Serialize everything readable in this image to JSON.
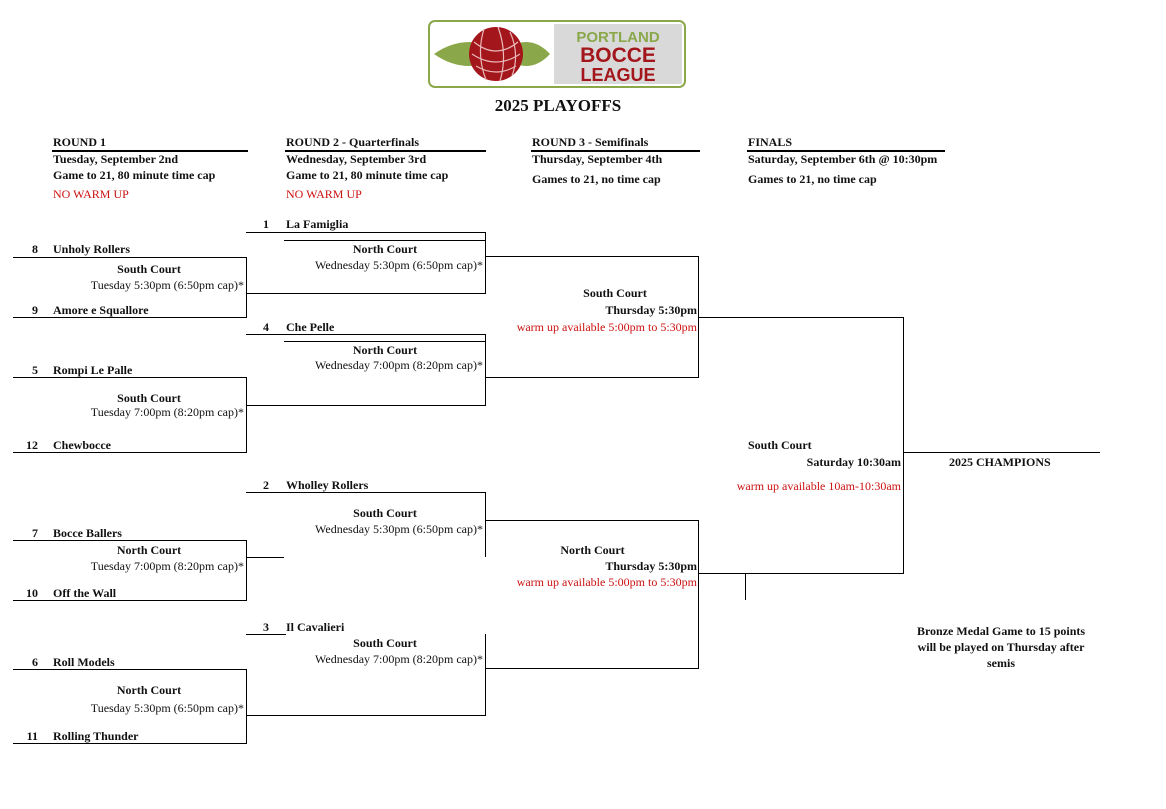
{
  "logo": {
    "line1": "PORTLAND",
    "line2": "BOCCE",
    "line3": "LEAGUE"
  },
  "title": "2025 PLAYOFFS",
  "rounds": [
    {
      "label": "ROUND 1",
      "date": "Tuesday, September 2nd",
      "format": "Game to 21, 80 minute time cap",
      "note": "NO WARM UP"
    },
    {
      "label": "ROUND 2 - Quarterfinals",
      "date": "Wednesday, September 3rd",
      "format": "Game to 21, 80 minute time cap",
      "note": "NO WARM UP"
    },
    {
      "label": "ROUND 3 - Semifinals",
      "date": "Thursday, September 4th",
      "format": "Games to 21, no time cap"
    },
    {
      "label": "FINALS",
      "date": "Saturday, September 6th @ 10:30pm",
      "format": "Games to 21, no time cap"
    }
  ],
  "round1": [
    {
      "seed": "8",
      "team": "Unholy Rollers"
    },
    {
      "seed": "9",
      "team": "Amore e Squallore"
    },
    {
      "seed": "5",
      "team": "Rompi Le Palle"
    },
    {
      "seed": "12",
      "team": "Chewbocce"
    },
    {
      "seed": "7",
      "team": "Bocce Ballers"
    },
    {
      "seed": "10",
      "team": "Off the Wall"
    },
    {
      "seed": "6",
      "team": "Roll Models"
    },
    {
      "seed": "11",
      "team": "Rolling Thunder"
    }
  ],
  "round1_games": [
    {
      "court": "South Court",
      "time": "Tuesday 5:30pm (6:50pm cap)*"
    },
    {
      "court": "South Court",
      "time": "Tuesday 7:00pm (8:20pm cap)*"
    },
    {
      "court": "North Court",
      "time": "Tuesday 7:00pm (8:20pm cap)*"
    },
    {
      "court": "North Court",
      "time": "Tuesday 5:30pm (6:50pm cap)*"
    }
  ],
  "round2": [
    {
      "seed": "1",
      "team": "La Famiglia"
    },
    {
      "seed": "4",
      "team": "Che Pelle"
    },
    {
      "seed": "2",
      "team": "Wholley Rollers"
    },
    {
      "seed": "3",
      "team": "Il Cavalieri"
    }
  ],
  "round2_games": [
    {
      "court": "North Court",
      "time": "Wednesday 5:30pm (6:50pm cap)*"
    },
    {
      "court": "North Court",
      "time": "Wednesday 7:00pm (8:20pm cap)*"
    },
    {
      "court": "South Court",
      "time": "Wednesday 5:30pm (6:50pm cap)*"
    },
    {
      "court": "South Court",
      "time": "Wednesday 7:00pm (8:20pm cap)*"
    }
  ],
  "semis": [
    {
      "court": "South Court",
      "time": "Thursday 5:30pm",
      "warmup": "warm up available 5:00pm to 5:30pm"
    },
    {
      "court": "North Court",
      "time": "Thursday 5:30pm",
      "warmup": "warm up available 5:00pm to 5:30pm"
    }
  ],
  "final": {
    "court": "South Court",
    "time": "Saturday 10:30am",
    "warmup": "warm up available 10am-10:30am",
    "champions": "2025 CHAMPIONS"
  },
  "bronze": {
    "line1": "Bronze Medal Game to 15 points",
    "line2": "will be played on Thursday after",
    "line3": "semis"
  },
  "colors": {
    "logo_green": "#8aa84a",
    "logo_red": "#a3161c",
    "warmup_red": "#cc1111"
  }
}
